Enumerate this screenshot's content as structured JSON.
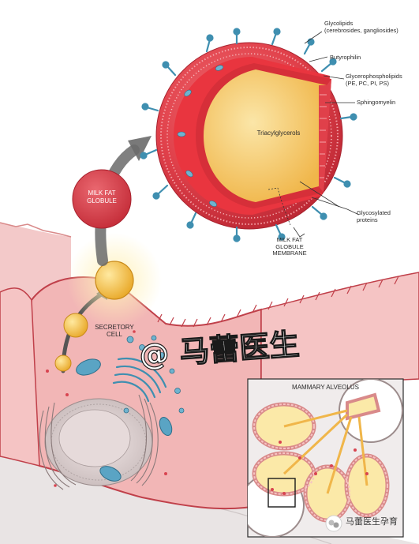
{
  "labels": {
    "glycolipids": "Glycolipids",
    "glycolipids_sub": "(cerebrosides, gangliosides)",
    "butyrophilin": "Butyrophilin",
    "glycerophospholipids": "Glycerophospholipids",
    "glycerophospholipids_sub": "(PE, PC, PI, PS)",
    "sphingomyelin": "Sphingomyelin",
    "triacylglycerols": "Triacylglycerols",
    "glycosylated_1": "Glycosylated",
    "glycosylated_2": "proteins",
    "mfgm_1": "MILK FAT",
    "mfgm_2": "GLOBULE",
    "mfgm_3": "MEMBRANE",
    "mfg_1": "MILK FAT",
    "mfg_2": "GLOBULE",
    "secretory_1": "SECRETORY",
    "secretory_2": "CELL",
    "alveolus": "MAMMARY ALVEOLUS"
  },
  "watermark": {
    "main": "@ 马蕾医生",
    "badge": "马蕾医生孕育"
  },
  "colors": {
    "globule_red": "#e0404a",
    "core_yellow": "#f4c35a",
    "cell_pink": "#f2b6b6",
    "membrane_blue": "#3f8fb0"
  },
  "icons": {
    "badge": "wechat-icon"
  }
}
